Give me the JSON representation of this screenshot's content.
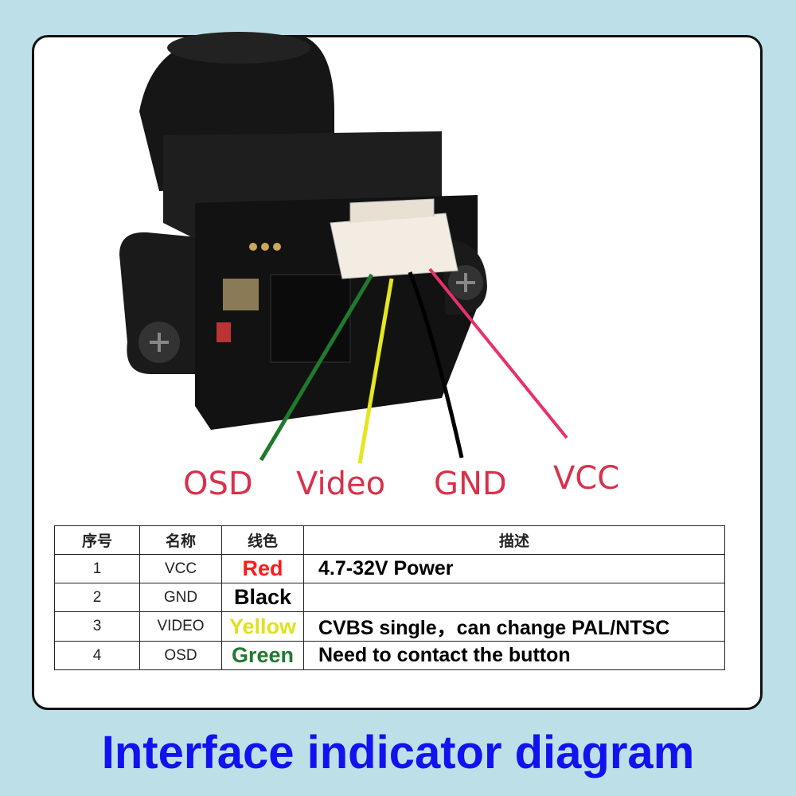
{
  "wire_labels": {
    "osd": "OSD",
    "video": "Video",
    "gnd": "GND",
    "vcc": "VCC"
  },
  "colors": {
    "label": "#d8314b",
    "title": "#1212f0",
    "red": "#ff1a1a",
    "black": "#000000",
    "yellow": "#e0e020",
    "green": "#1f7a2e",
    "wire_pink": "#e8306a"
  },
  "table": {
    "headers": [
      "序号",
      "名称",
      "线色",
      "描述"
    ],
    "rows": [
      {
        "no": "1",
        "name": "VCC",
        "color": "Red",
        "desc": "4.7-32V Power"
      },
      {
        "no": "2",
        "name": "GND",
        "color": "Black",
        "desc": ""
      },
      {
        "no": "3",
        "name": "VIDEO",
        "color": "Yellow",
        "desc": "CVBS single，can change PAL/NTSC"
      },
      {
        "no": "4",
        "name": "OSD",
        "color": "Green",
        "desc": "Need to contact the button"
      }
    ]
  },
  "title": "Interface indicator diagram"
}
